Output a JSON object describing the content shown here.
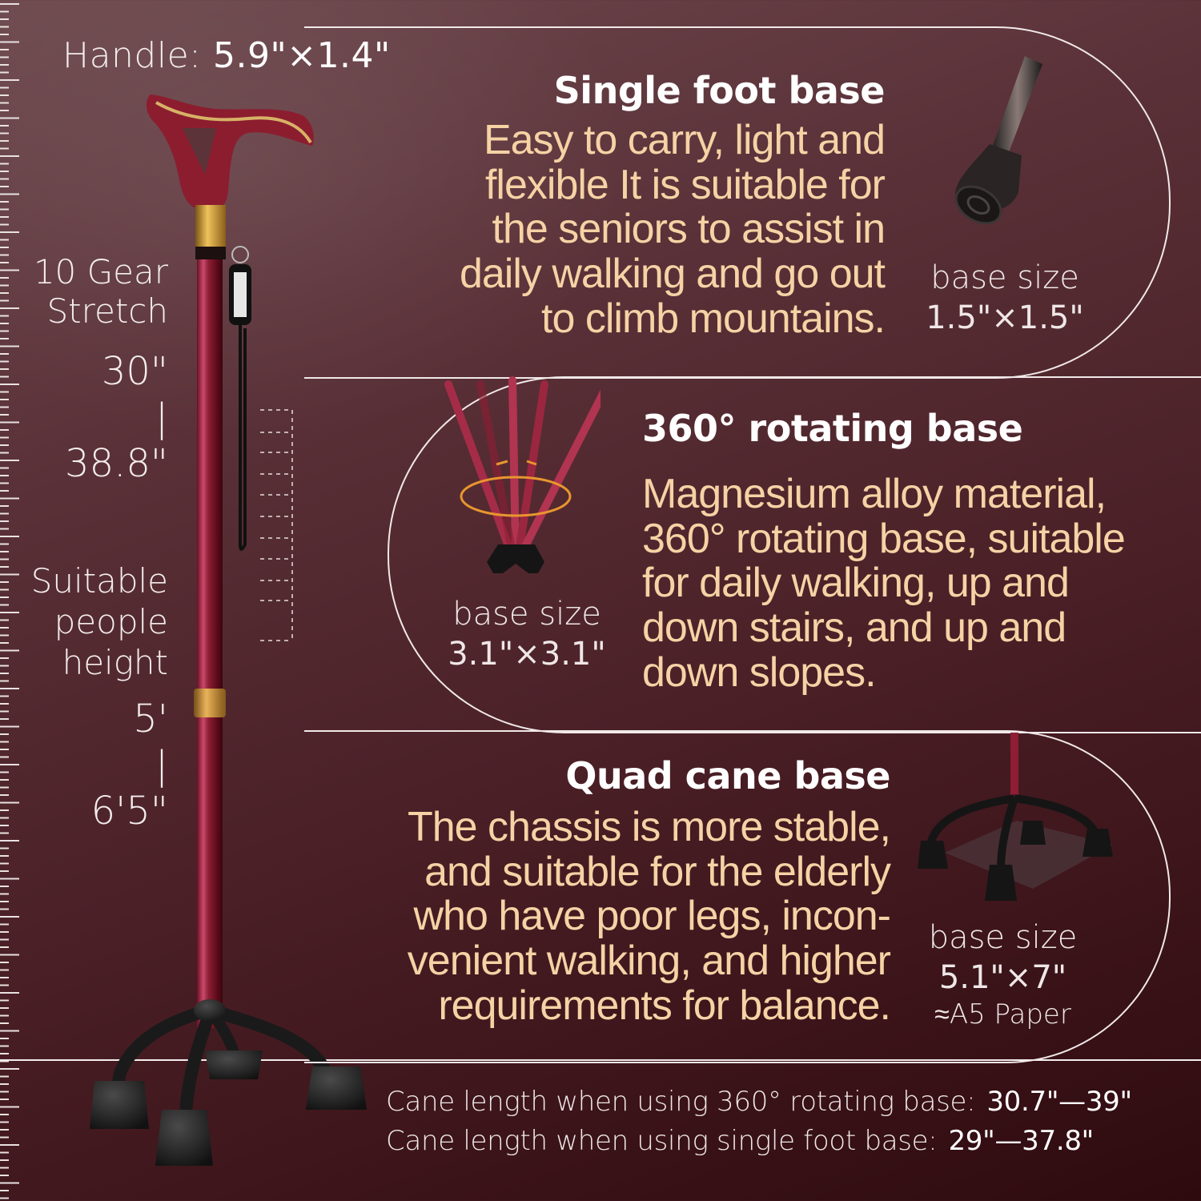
{
  "colors": {
    "background_top": "#6e4a4f",
    "background_bottom": "#2e0a0e",
    "description_text": "#f6d2a5",
    "heading_text": "#ffffff",
    "cane_body": "#8e1e34",
    "base_black": "#1b1b1b"
  },
  "handle": {
    "label": "Handle:",
    "size": "5.9\"×1.4\""
  },
  "left_column": {
    "gear_label_1": "10 Gear",
    "gear_label_2": "Stretch",
    "range_min": "30\"",
    "range_sep": "|",
    "range_max": "38.8\"",
    "height_label_1": "Suitable",
    "height_label_2": "people",
    "height_label_3": "height",
    "height_min": "5'",
    "height_sep": "|",
    "height_max": "6'5\""
  },
  "sections": [
    {
      "title": "Single foot base",
      "description_lines": [
        "Easy to carry, light and",
        "flexible It is suitable for",
        "the seniors to assist in",
        "daily walking and go out",
        "to climb mountains."
      ],
      "base_size_label": "base size",
      "base_size": "1.5\"×1.5\"",
      "icon": "single-rubber-tip"
    },
    {
      "title": "360° rotating base",
      "description_lines": [
        "Magnesium alloy material,",
        "360° rotating base, suitable",
        "for daily walking, up and",
        "down stairs, and up and",
        "down slopes."
      ],
      "base_size_label": "base size",
      "base_size": "3.1\"×3.1\"",
      "icon": "rotating-tripod-base"
    },
    {
      "title": "Quad cane base",
      "description_lines": [
        "The chassis is more stable,",
        "and suitable for the elderly",
        "who have poor legs, incon-",
        "venient walking, and higher",
        "requirements for balance."
      ],
      "base_size_label": "base size",
      "base_size": "5.1\"×7\"",
      "base_size_note": "≈A5 Paper",
      "icon": "quad-base"
    }
  ],
  "specs": [
    {
      "label": "Cane length when using 360° rotating base:",
      "value": "30.7\"—39\""
    },
    {
      "label": "Cane length when using single foot base:",
      "value": "29\"—37.8\""
    }
  ]
}
